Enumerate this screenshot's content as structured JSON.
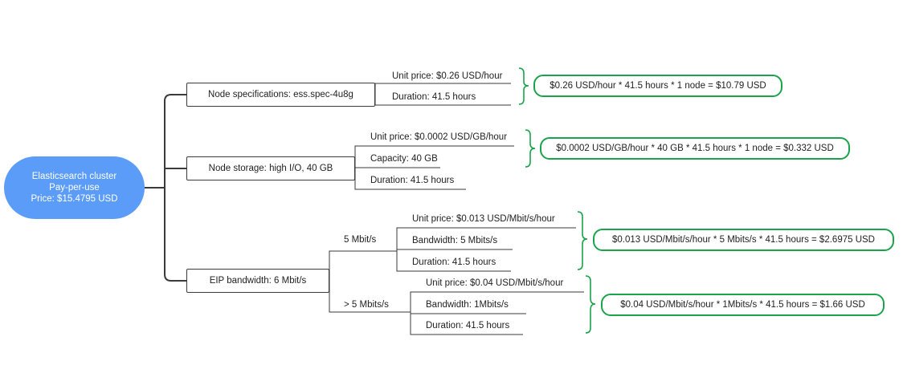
{
  "root": {
    "title": "Elasticsearch cluster",
    "billing": "Pay-per-use",
    "price": "Price: $15.4795 USD"
  },
  "node_spec": {
    "label": "Node specifications: ess.spec-4u8g",
    "unit_price": "Unit price: $0.26 USD/hour",
    "duration": "Duration: 41.5 hours",
    "formula": "$0.26 USD/hour * 41.5 hours * 1 node = $10.79 USD"
  },
  "node_storage": {
    "label": "Node storage: high I/O, 40 GB",
    "unit_price": "Unit price: $0.0002 USD/GB/hour",
    "capacity": "Capacity: 40 GB",
    "duration": "Duration: 41.5 hours",
    "formula": "$0.0002 USD/GB/hour * 40 GB * 41.5 hours * 1 node = $0.332 USD"
  },
  "eip": {
    "label": "EIP bandwidth: 6 Mbit/s",
    "tier1": {
      "label": "5 Mbit/s",
      "unit_price": "Unit price: $0.013 USD/Mbit/s/hour",
      "bandwidth": "Bandwidth: 5 Mbits/s",
      "duration": "Duration: 41.5 hours",
      "formula": "$0.013 USD/Mbit/s/hour * 5 Mbits/s * 41.5 hours = $2.6975 USD"
    },
    "tier2": {
      "label": "> 5 Mbits/s",
      "unit_price": "Unit price: $0.04 USD/Mbit/s/hour",
      "bandwidth": "Bandwidth: 1Mbits/s",
      "duration": "Duration: 41.5 hours",
      "formula": "$0.04 USD/Mbit/s/hour * 1Mbits/s * 41.5 hours = $1.66 USD"
    }
  },
  "colors": {
    "root_fill": "#5b9cf8",
    "connector": "#3a3a3a",
    "formula_border": "#1aa34a"
  }
}
